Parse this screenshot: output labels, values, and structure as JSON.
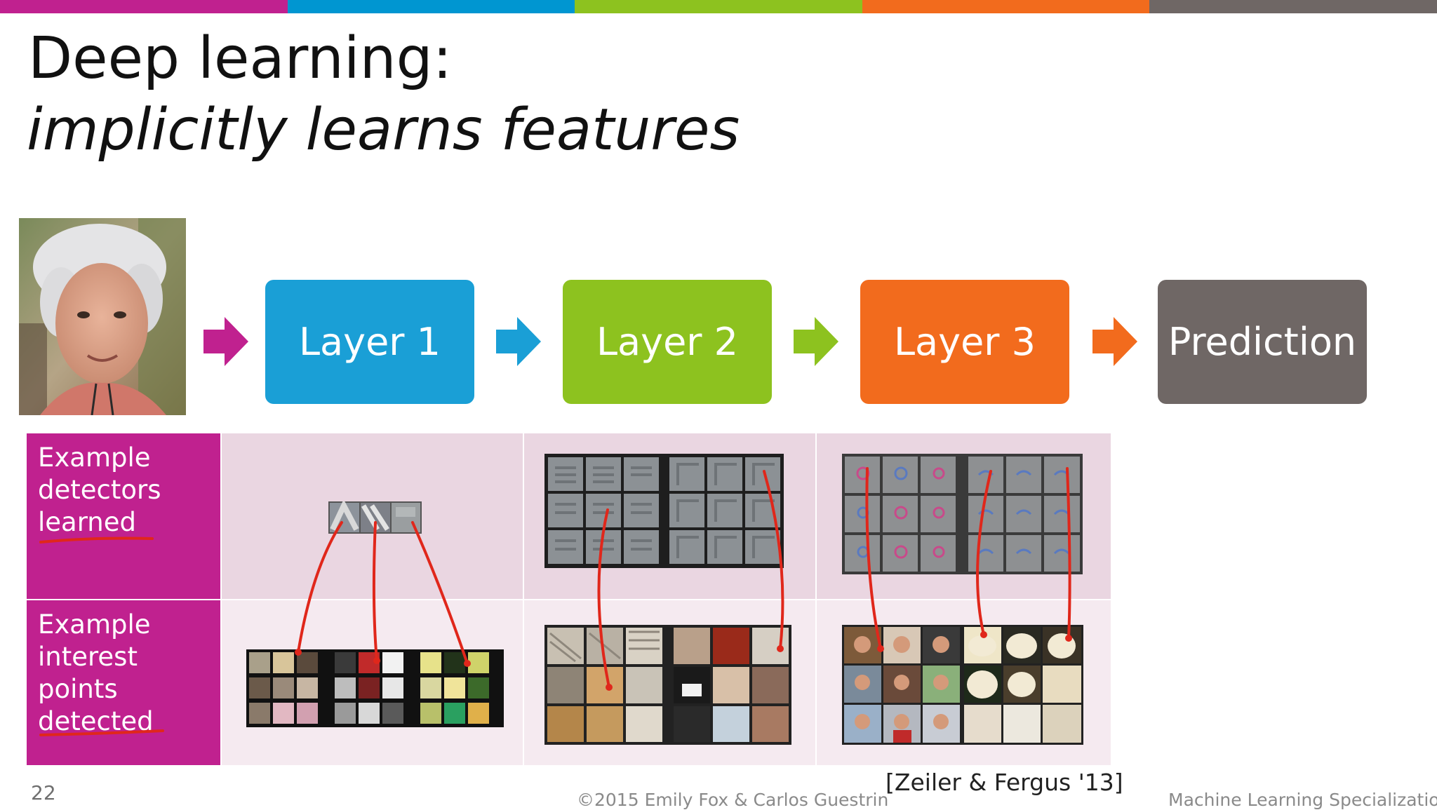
{
  "topbar_colors": [
    "#c0218f",
    "#0096d1",
    "#8dc21f",
    "#f26b1d",
    "#6f6765"
  ],
  "title": {
    "line1": "Deep learning:",
    "line2": "implicitly learns features"
  },
  "pipeline": [
    {
      "label": "Layer 1",
      "color": "#1a9fd6",
      "arrow_color": "#c0218f"
    },
    {
      "label": "Layer 2",
      "color": "#8dc21f",
      "arrow_color": "#1a9fd6"
    },
    {
      "label": "Layer 3",
      "color": "#f26b1d",
      "arrow_color": "#8dc21f"
    },
    {
      "label": "Prediction",
      "color": "#6f6765",
      "arrow_color": "#f26b1d"
    }
  ],
  "rows": {
    "detectors_label": "Example detectors learned",
    "interest_label": "Example interest points detected"
  },
  "annotation_color": "#e0271b",
  "footer": {
    "page_number": "22",
    "copyright": "©2015 Emily Fox & Carlos Guestrin",
    "course": "Machine Learning Specialization",
    "citation": "[Zeiler & Fergus '13]"
  }
}
